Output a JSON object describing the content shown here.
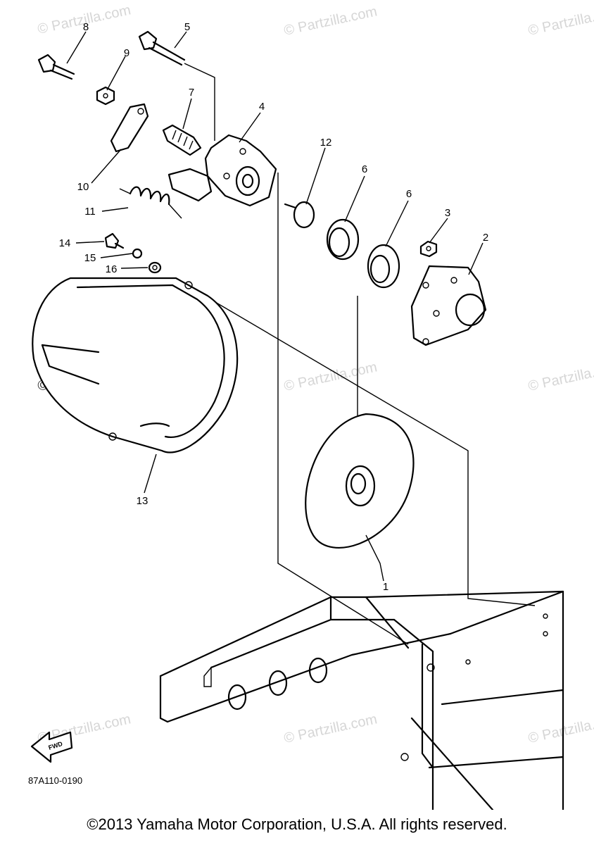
{
  "watermark": "© Partzilla.com",
  "diagram_code": "87A110-0190",
  "fwd_label": "FWD",
  "part_numbers": [
    "1",
    "2",
    "3",
    "4",
    "5",
    "6",
    "6",
    "7",
    "8",
    "9",
    "10",
    "11",
    "12",
    "13",
    "14",
    "15",
    "16"
  ],
  "copyright": "©2013 Yamaha Motor Corporation, U.S.A. All rights reserved."
}
